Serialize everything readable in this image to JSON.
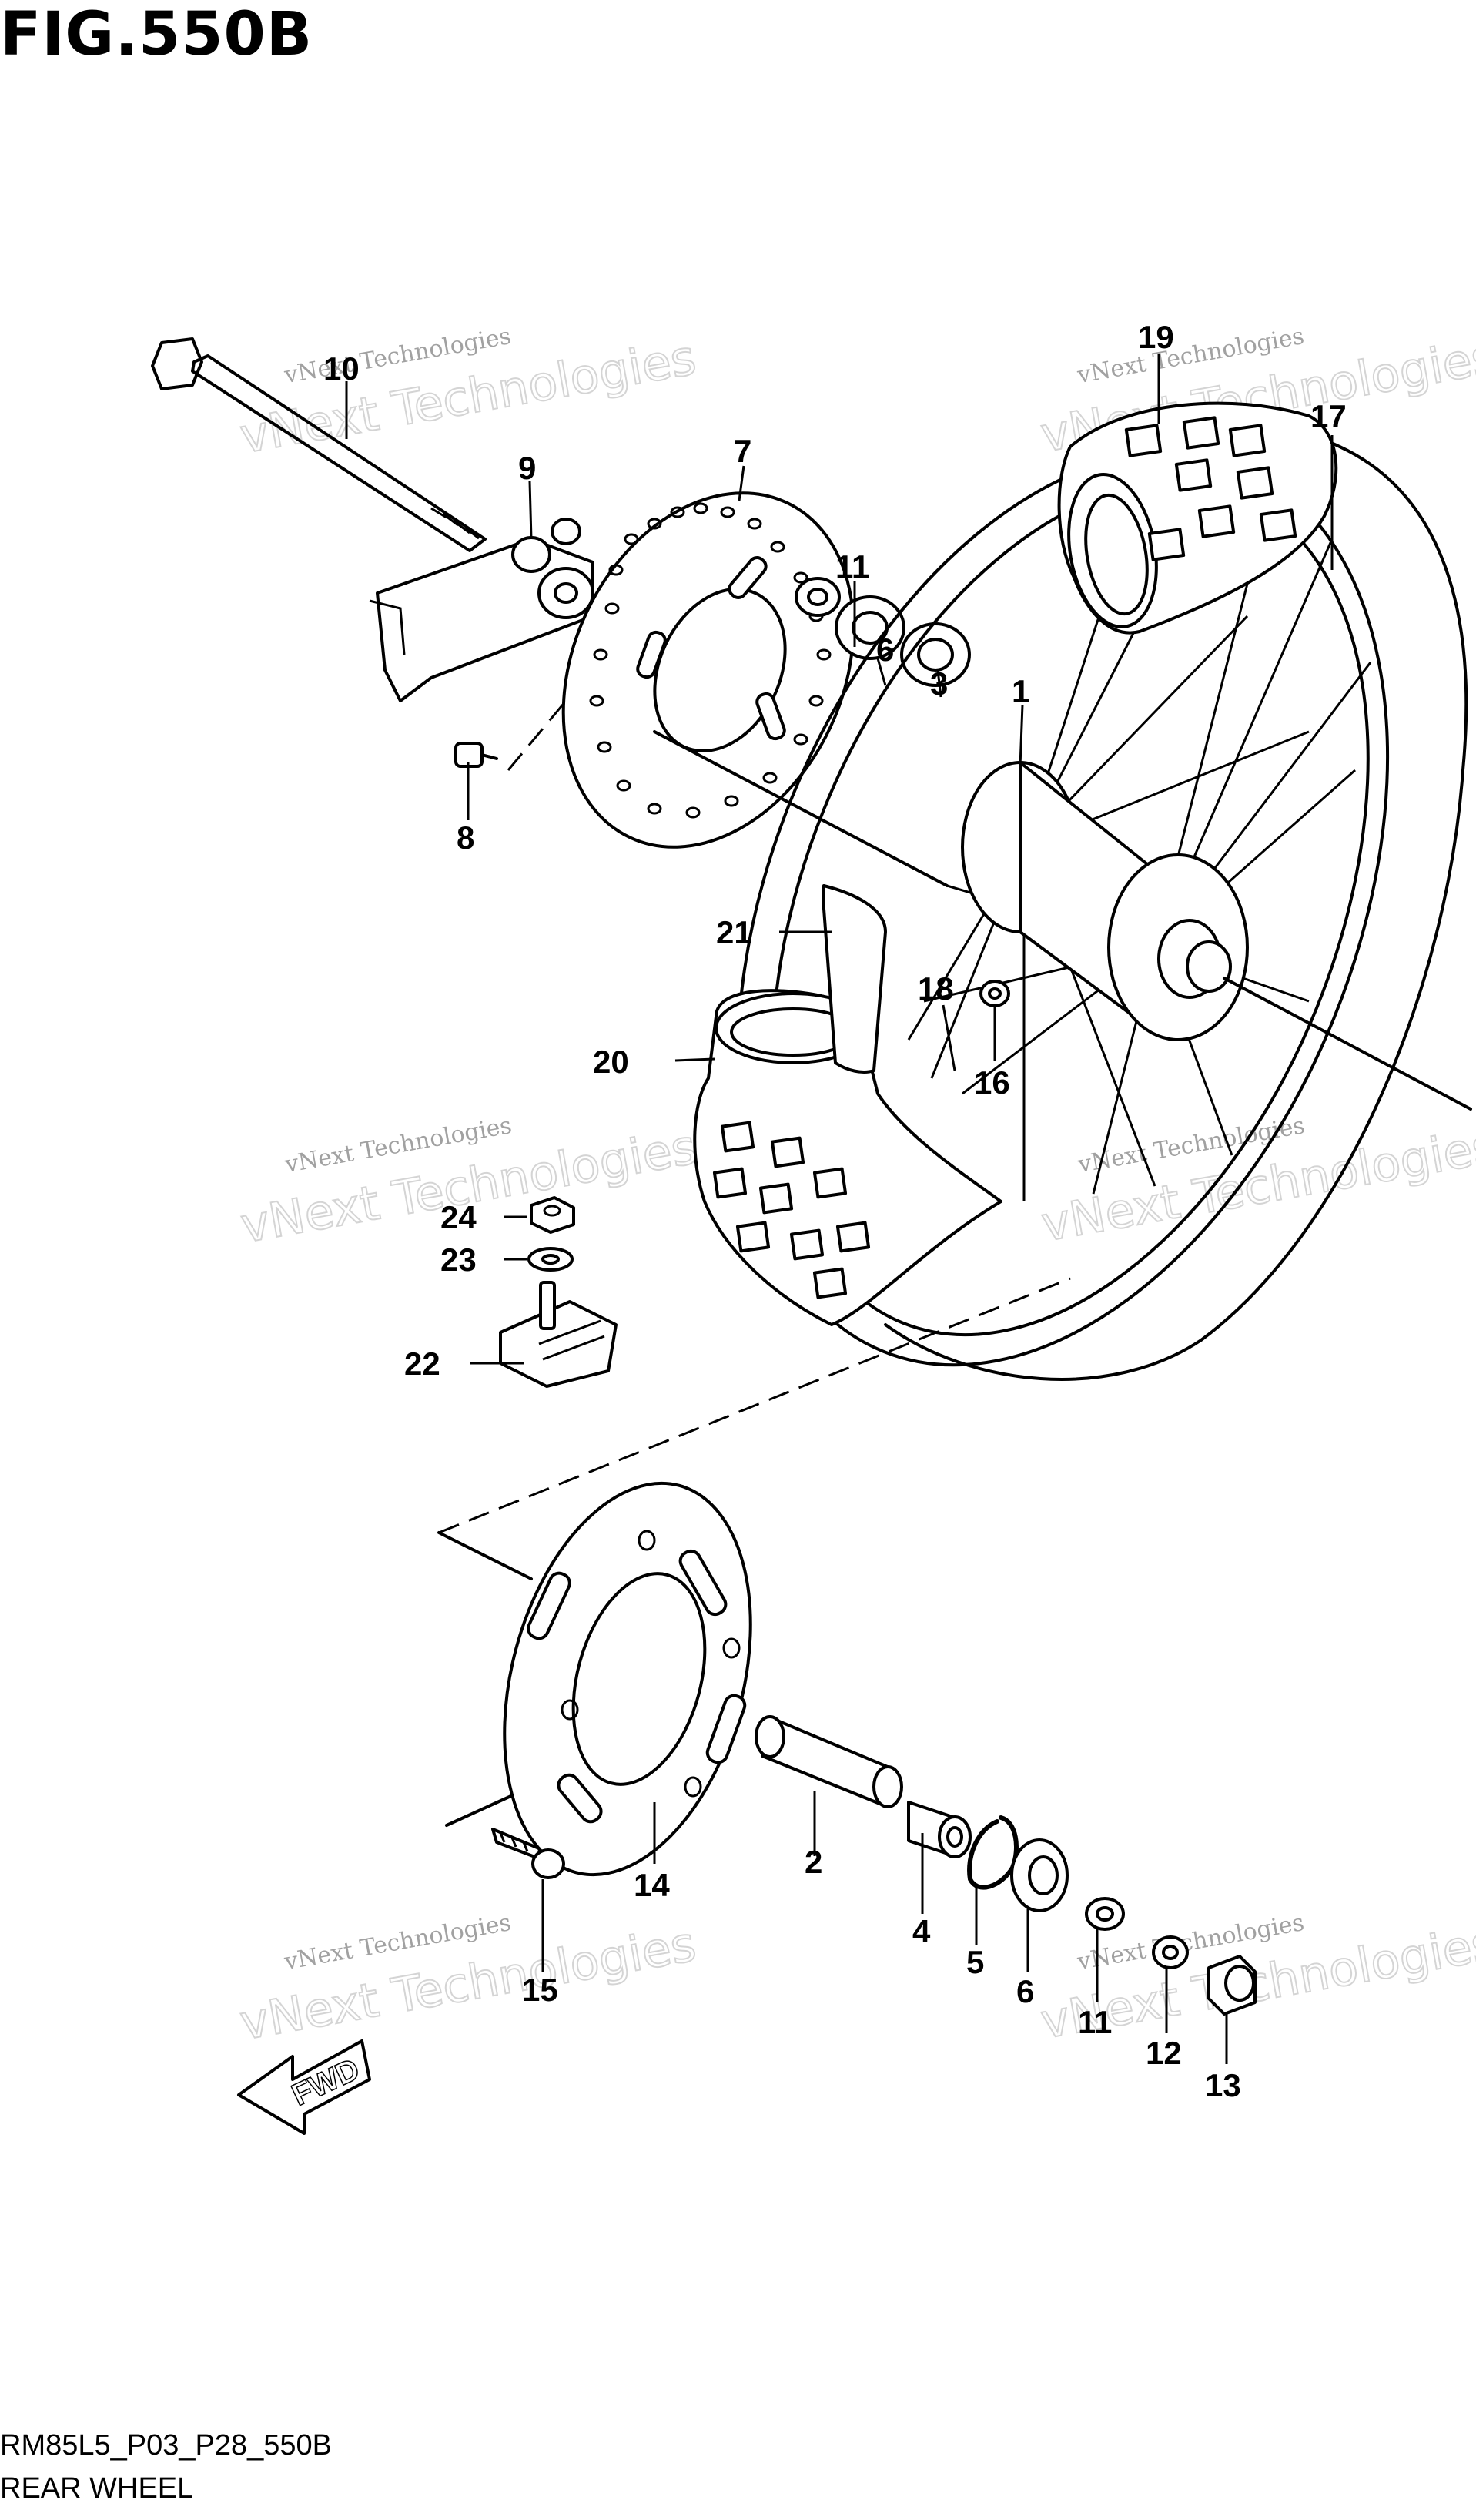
{
  "figure": {
    "title": "FIG.550B",
    "code": "RM85L5_P03_P28_550B",
    "name": "REAR WHEEL"
  },
  "watermark": {
    "small": "vNext Technologies",
    "big": "vNext Technologies"
  },
  "fwd_label": "FWD",
  "callouts": {
    "c1": "1",
    "c2": "2",
    "c3": "3",
    "c4": "4",
    "c5": "5",
    "c6a": "6",
    "c6b": "6",
    "c7": "7",
    "c8": "8",
    "c9": "9",
    "c10": "10",
    "c11a": "11",
    "c11b": "11",
    "c12": "12",
    "c13": "13",
    "c14": "14",
    "c15": "15",
    "c16": "16",
    "c17": "17",
    "c18": "18",
    "c19": "19",
    "c20": "20",
    "c21": "21",
    "c22": "22",
    "c23": "23",
    "c24": "24"
  }
}
